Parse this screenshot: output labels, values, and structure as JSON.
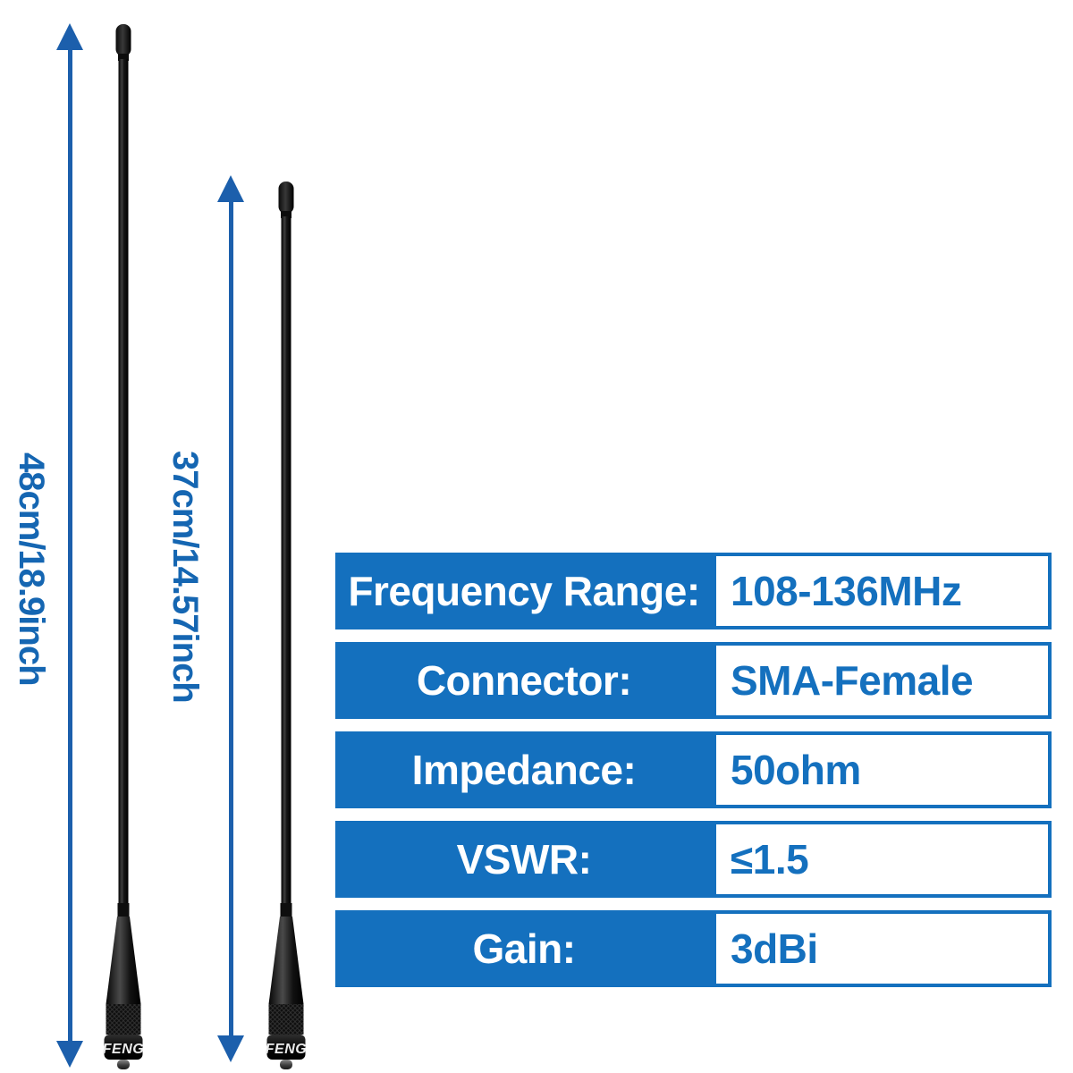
{
  "measurements": {
    "long_antenna_label": "48cm/18.9inch",
    "short_antenna_label": "37cm/14.57inch"
  },
  "antennas": {
    "brand_text": "FENG"
  },
  "spec_table": {
    "rows": [
      {
        "label": "Frequency Range:",
        "value": "108-136MHz"
      },
      {
        "label": "Connector:",
        "value": "SMA-Female"
      },
      {
        "label": "Impedance:",
        "value": "50ohm"
      },
      {
        "label": "VSWR:",
        "value": "≤1.5"
      },
      {
        "label": "Gain:",
        "value": "3dBi"
      }
    ]
  },
  "colors": {
    "table_blue": "#1470BE",
    "value_blue": "#1470BE",
    "arrow_blue": "#1C5FAC",
    "dim_text_blue": "#1566B2",
    "page_bg": "#ffffff"
  }
}
